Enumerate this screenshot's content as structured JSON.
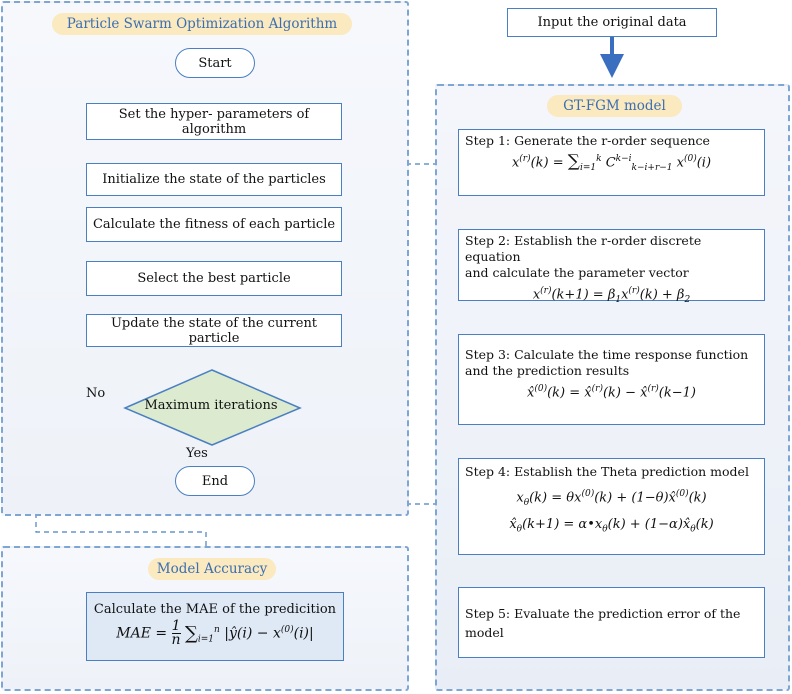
{
  "pso": {
    "title": "Particle Swarm Optimization Algorithm",
    "start": "Start",
    "set_params": "Set the hyper- parameters  of  algorithm",
    "init_state": "Initialize the state of the particles",
    "fitness": "Calculate the fitness of each particle",
    "select_best": "Select the best particle",
    "update_state": "Update the state of the current particle",
    "max_iter": "Maximum  iterations",
    "no_label": "No",
    "yes_label": "Yes",
    "end": "End"
  },
  "input_box": "Input the original data",
  "gt": {
    "title": "GT-FGM model",
    "step1": "Step 1: Generate the r-order sequence",
    "step2_a": "Step 2: Establish the r-order discrete equation",
    "step2_b": "and calculate the parameter vector",
    "step3_a": "Step 3: Calculate the time response function",
    "step3_b": "and the prediction results",
    "step4": "Step 4: Establish the Theta prediction model",
    "step5": "Step 5: Evaluate the prediction error of the model"
  },
  "accuracy": {
    "title": "Model Accuracy",
    "text": "Calculate the MAE of the predicition"
  }
}
